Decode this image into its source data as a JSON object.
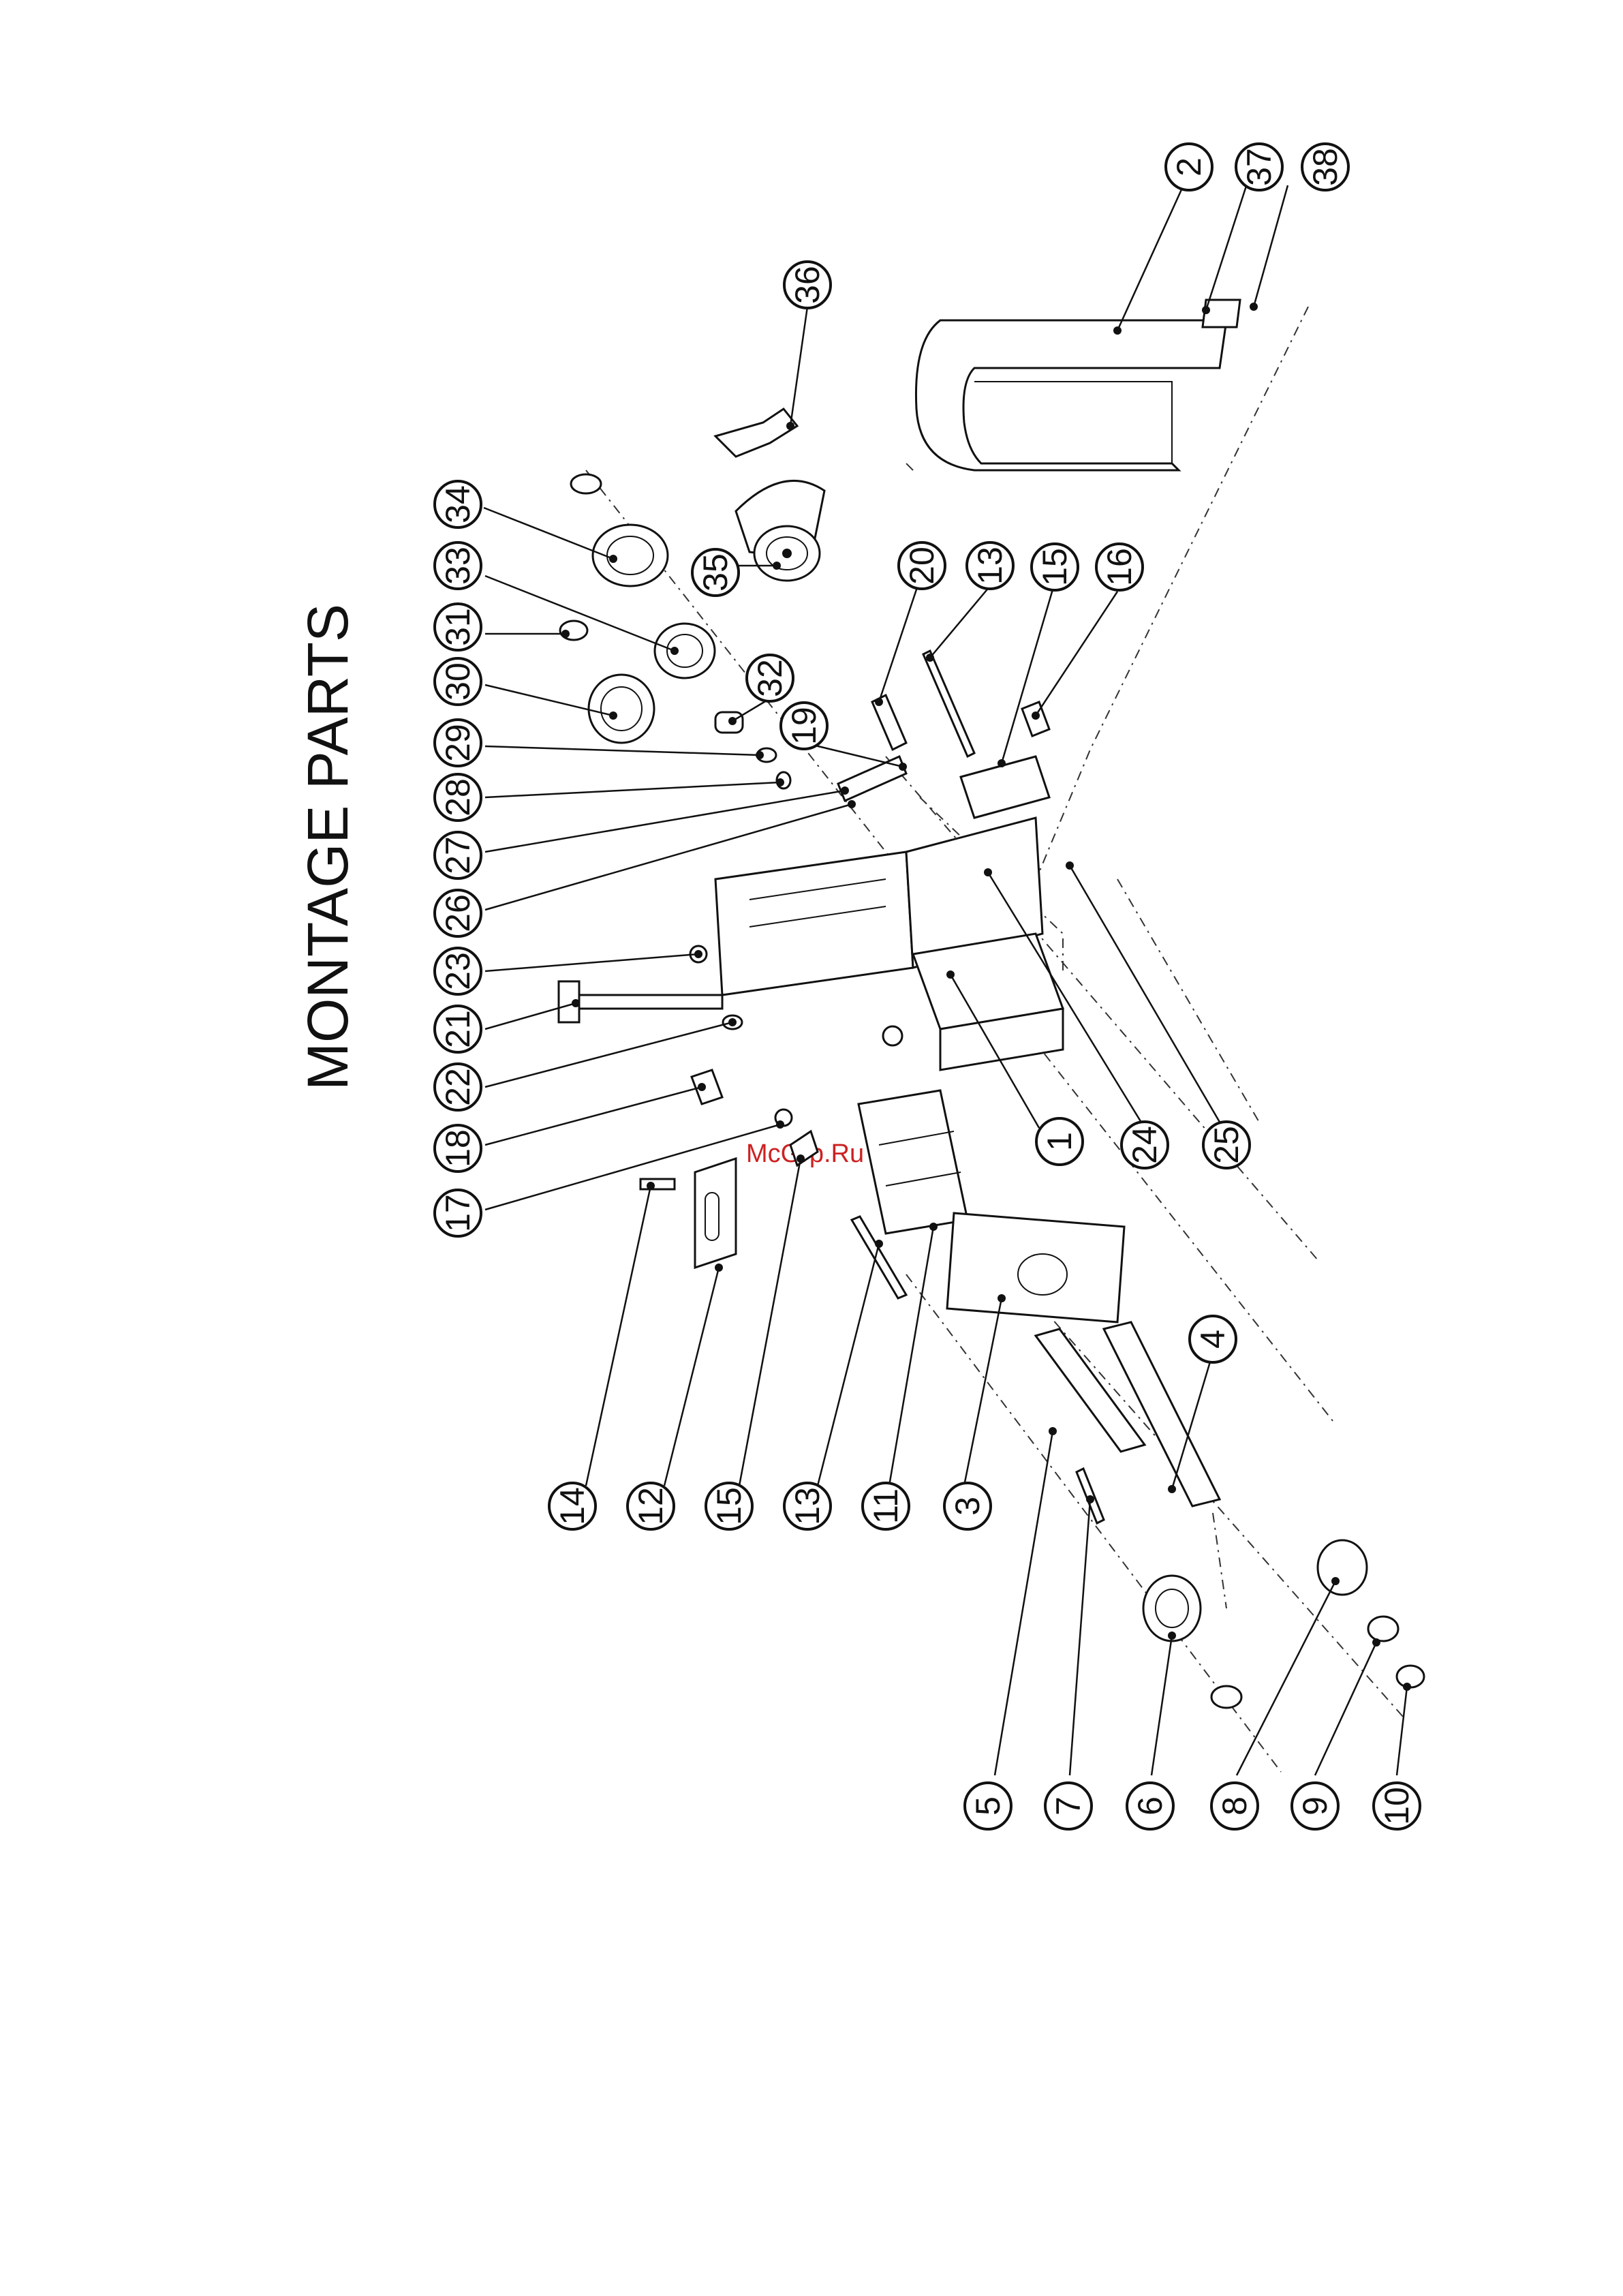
{
  "title": "MONTAGE PARTS",
  "watermark": "McGrp.Ru",
  "callouts": [
    "1",
    "2",
    "3",
    "4",
    "5",
    "6",
    "7",
    "8",
    "9",
    "10",
    "11",
    "12",
    "13",
    "13",
    "14",
    "15",
    "15",
    "16",
    "17",
    "18",
    "19",
    "20",
    "21",
    "22",
    "23",
    "24",
    "25",
    "26",
    "27",
    "28",
    "29",
    "30",
    "31",
    "32",
    "33",
    "34",
    "35",
    "36",
    "37",
    "38"
  ],
  "colors": {
    "ink": "#111111",
    "paper": "#ffffff",
    "watermark": "#cc2222"
  }
}
